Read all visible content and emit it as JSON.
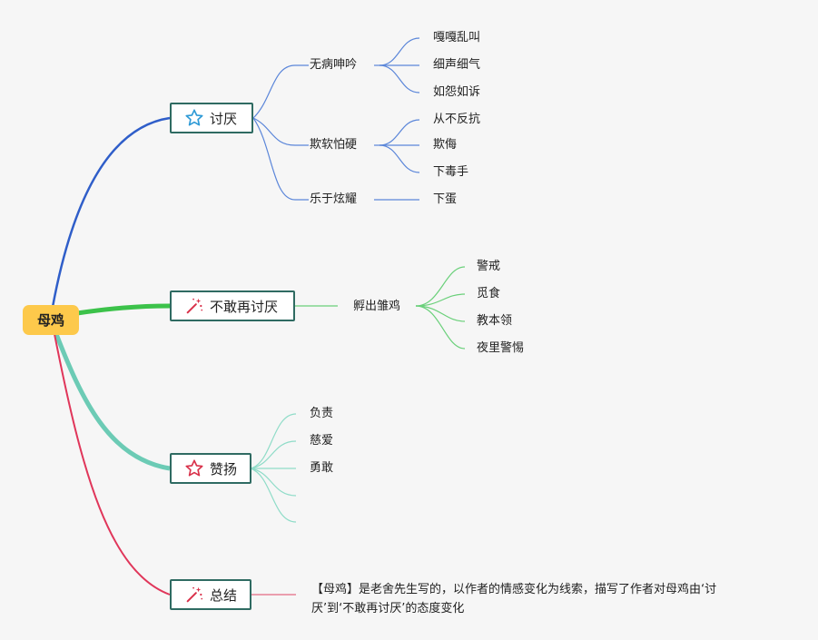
{
  "root": {
    "label": "母鸡"
  },
  "topics": [
    {
      "label": "讨厌",
      "icon": "star-outline-icon"
    },
    {
      "label": "不敢再讨厌",
      "icon": "magic-wand-icon"
    },
    {
      "label": "赞扬",
      "icon": "star-outline-icon"
    },
    {
      "label": "总结",
      "icon": "magic-wand-icon"
    }
  ],
  "hate": {
    "groups": [
      {
        "label": "无病呻吟",
        "items": [
          "嘎嘎乱叫",
          "细声细气",
          "如怨如诉"
        ]
      },
      {
        "label": "欺软怕硬",
        "items": [
          "从不反抗",
          "欺侮",
          "下毒手"
        ]
      },
      {
        "label": "乐于炫耀",
        "items": [
          "下蛋"
        ]
      }
    ]
  },
  "no_longer": {
    "label": "孵出雏鸡",
    "items": [
      "警戒",
      "觅食",
      "教本领",
      "夜里警惕"
    ]
  },
  "praise": {
    "items": [
      "负责",
      "慈爱",
      "勇敢"
    ]
  },
  "summary": {
    "line1": "【母鸡】是老舍先生写的，以作者的情感变化为线索，描写了作者对母鸡由‘讨",
    "line2": "厌’到‘不敢再讨厌’的态度变化"
  },
  "colors": {
    "root": "#fdc94b",
    "branch_hate": "#2f5ec9",
    "branch_no_longer": "#3cc24a",
    "branch_praise": "#6ccbb5",
    "branch_summary": "#e0365a",
    "sub_hate": "#5b86d9",
    "sub_no_longer": "#6ad07a",
    "sub_praise": "#8fdcc8",
    "sub_summary": "#e46a84",
    "topic_border": "#2f6b62"
  }
}
